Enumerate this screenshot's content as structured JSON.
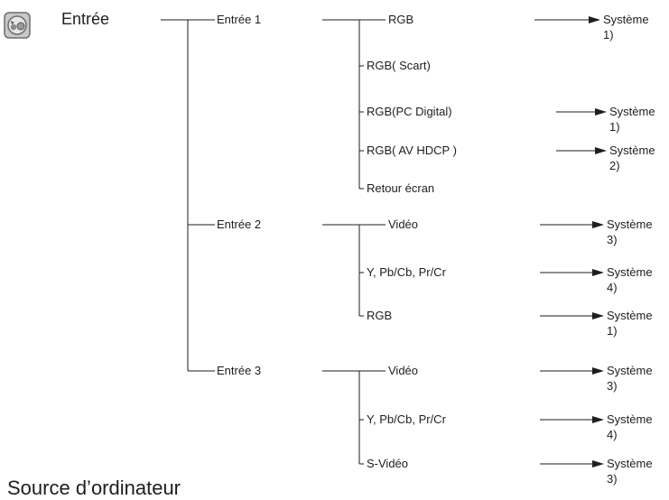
{
  "root": {
    "label": "Entrée",
    "icon": "input-menu-icon"
  },
  "inputs": [
    {
      "label": "Entrée 1",
      "sources": [
        {
          "label": "RGB",
          "system": [
            "Système",
            "1)"
          ]
        },
        {
          "label": "RGB( Scart)",
          "system": null
        },
        {
          "label": "RGB(PC Digital)",
          "system": [
            "Système",
            "1)"
          ]
        },
        {
          "label": "RGB( AV HDCP )",
          "system": [
            "Système",
            "2)"
          ]
        },
        {
          "label": "Retour écran",
          "system": null
        }
      ]
    },
    {
      "label": "Entrée 2",
      "sources": [
        {
          "label": "Vidéo",
          "system": [
            "Système",
            "3)"
          ]
        },
        {
          "label": "Y, Pb/Cb, Pr/Cr",
          "system": [
            "Système",
            "4)"
          ]
        },
        {
          "label": "RGB",
          "system": [
            "Système",
            "1)"
          ]
        }
      ]
    },
    {
      "label": "Entrée 3",
      "sources": [
        {
          "label": "Vidéo",
          "system": [
            "Système",
            "3)"
          ]
        },
        {
          "label": "Y, Pb/Cb, Pr/Cr",
          "system": [
            "Système",
            "4)"
          ]
        },
        {
          "label": "S-Vidéo",
          "system": [
            "Système",
            "3)"
          ]
        }
      ]
    }
  ],
  "footer_heading": "Source d’ordinateur",
  "colors": {
    "line": "#1e1e1e",
    "text": "#1e1e1e",
    "icon_ring": "#7a7a7a",
    "icon_fill": "#d6d6d6"
  }
}
